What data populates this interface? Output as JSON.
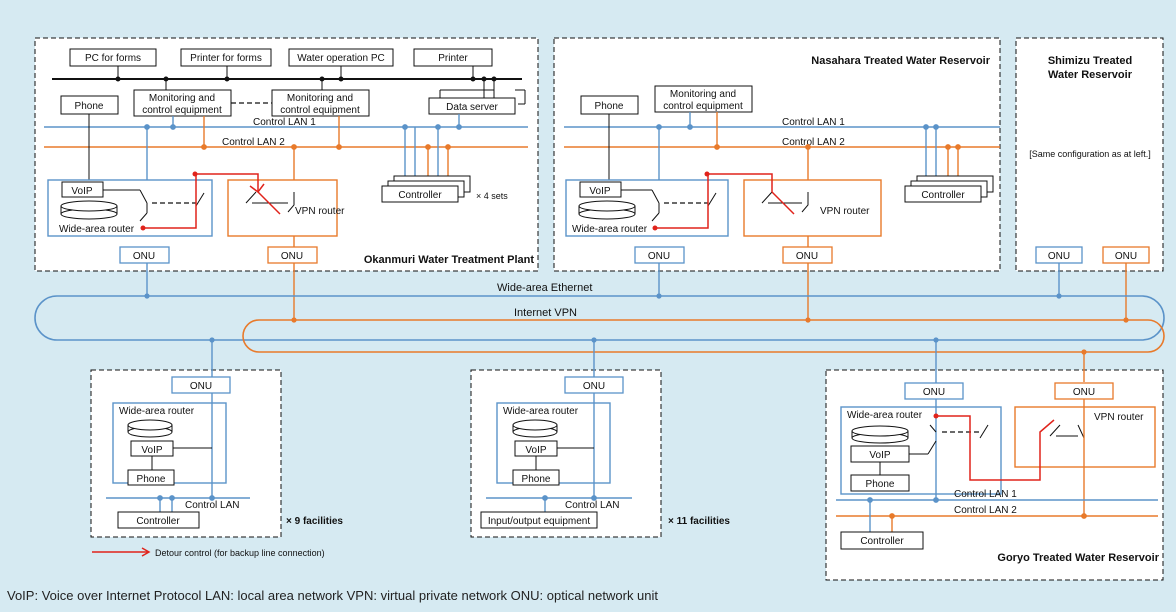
{
  "sites": {
    "okanmuri": "Okanmuri Water Treatment Plant",
    "nasahara": "Nasahara Treated Water Reservoir",
    "shimizu_line1": "Shimizu Treated",
    "shimizu_line2": "Water Reservoir",
    "shimizu_note": "[Same configuration as at left.]",
    "goryo": "Goryo Treated Water Reservoir"
  },
  "labels": {
    "pc_forms": "PC for forms",
    "printer_forms": "Printer for forms",
    "water_pc": "Water operation PC",
    "printer": "Printer",
    "phone": "Phone",
    "mon_line1": "Monitoring and",
    "mon_line2": "control equipment",
    "data_server": "Data server",
    "control_lan1": "Control LAN 1",
    "control_lan2": "Control LAN 2",
    "control_lan": "Control LAN",
    "voip": "VoIP",
    "wide_area_router": "Wide-area router",
    "vpn_router": "VPN router",
    "controller": "Controller",
    "x4sets": "× 4 sets",
    "onu": "ONU",
    "wide_area_ethernet": "Wide-area Ethernet",
    "internet_vpn": "Internet VPN",
    "io_equipment": "Input/output equipment",
    "x9": "× 9 facilities",
    "x11": "× 11 facilities",
    "detour": "Detour control (for backup line connection)"
  },
  "colors": {
    "blue": "#5b93c9",
    "orange": "#e87a2b",
    "red": "#e0231b",
    "black": "#111111",
    "bg": "#d6eaf2"
  },
  "legend": "VoIP: Voice over Internet Protocol   LAN: local area network   VPN: virtual private network   ONU: optical network unit"
}
